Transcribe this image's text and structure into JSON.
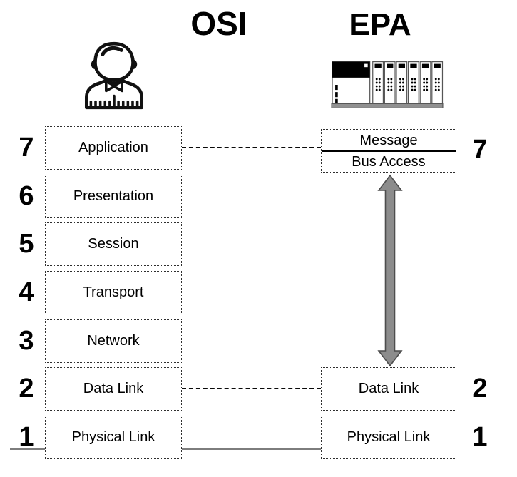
{
  "titles": {
    "osi": "OSI",
    "epa": "EPA"
  },
  "icons": {
    "left": "user-icon",
    "right": "plc-rack-icon",
    "middle": "double-vertical-arrow"
  },
  "colors": {
    "arrow_fill": "#8c8c8c",
    "arrow_stroke": "#4d4d4d",
    "bus_line": "#7d7d7d",
    "connector_dash": "#0a0a0a",
    "box_border": "#2f2f2f"
  },
  "osi": {
    "layers": [
      {
        "num": "7",
        "label": "Application"
      },
      {
        "num": "6",
        "label": "Presentation"
      },
      {
        "num": "5",
        "label": "Session"
      },
      {
        "num": "4",
        "label": "Transport"
      },
      {
        "num": "3",
        "label": "Network"
      },
      {
        "num": "2",
        "label": "Data Link"
      },
      {
        "num": "1",
        "label": "Physical Link"
      }
    ]
  },
  "epa": {
    "top_box": {
      "num": "7",
      "rows": [
        "Message",
        "Bus Access"
      ]
    },
    "layers": [
      {
        "num": "2",
        "label": "Data Link"
      },
      {
        "num": "1",
        "label": "Physical Link"
      }
    ]
  }
}
